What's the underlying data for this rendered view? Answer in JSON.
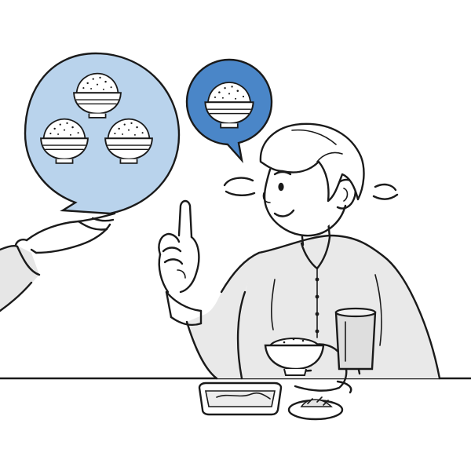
{
  "scene": {
    "description_hidden": "",
    "colors": {
      "bubble_light_fill": "#b9d3ec",
      "bubble_dark_fill": "#4a86c8",
      "outline": "#1a1a1a",
      "shirt_shade": "#e3e3e3",
      "background": "#ffffff"
    },
    "bubbles": [
      {
        "id": "three-bowls",
        "bowl_count": 3
      },
      {
        "id": "one-bowl",
        "bowl_count": 1
      }
    ],
    "icons": [
      "rice-bowl-icon"
    ]
  }
}
